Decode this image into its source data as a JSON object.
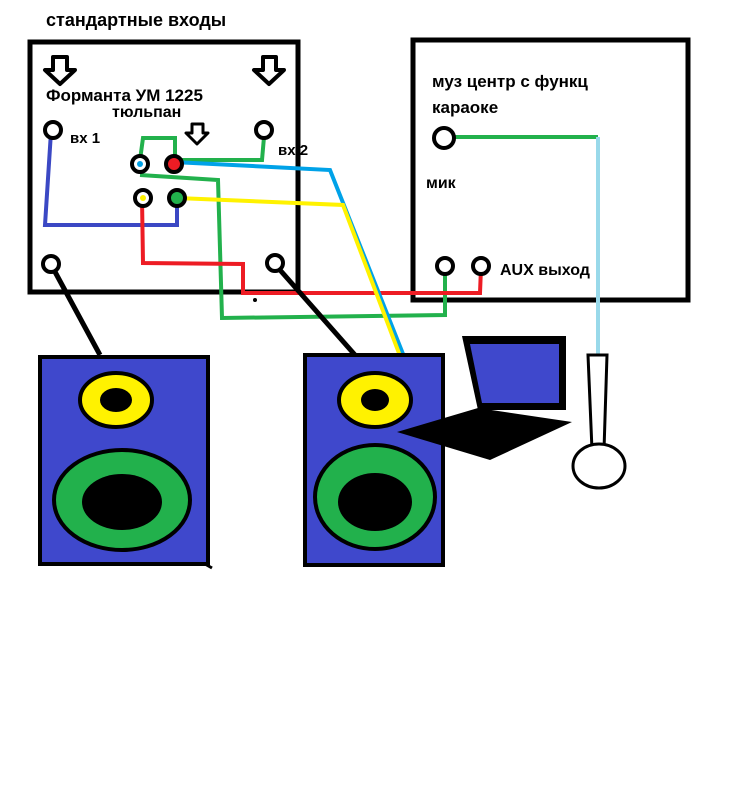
{
  "header": {
    "standard_inputs": "стандартные входы"
  },
  "amplifier": {
    "title": "Форманта УМ 1225",
    "subtitle": "тюльпан",
    "input1": "вх 1",
    "input2": "вх 2"
  },
  "music_center": {
    "title_line1": "муз центр с функц",
    "title_line2": "караоке",
    "mic": "мик",
    "aux": "AUX выход"
  },
  "colors": {
    "outline": "#000000",
    "cable_blue": "#3b48c4",
    "cable_green": "#22b14c",
    "cable_red": "#ed1c24",
    "cable_yellow": "#fff200",
    "cable_skyblue": "#00a2e8",
    "cable_lightblue": "#99d9ea",
    "speaker_body": "#3f48cc",
    "laptop_screen": "#3f48cc"
  },
  "icons": [
    "down-arrow-icon",
    "laptop-icon",
    "microphone-icon",
    "speaker-icon"
  ]
}
